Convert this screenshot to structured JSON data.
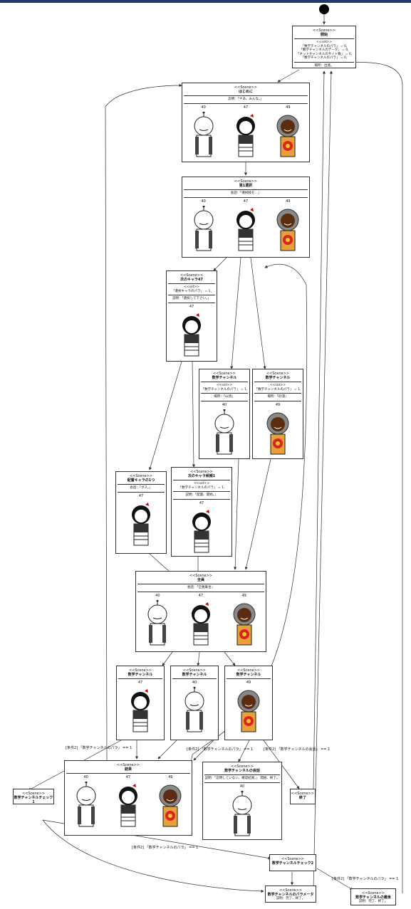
{
  "diagram": {
    "stereotype": "<<Scene>>",
    "nodes": [
      {
        "id": "n_kaishi",
        "name": "開始",
        "lines": [
          "<<set>>",
          "「数学チャンネルのパラ」 = 0,",
          "「数学チャンネルのデータ」 = 0,",
          "「ネットチャンネルのサイト数」 = 0,",
          "「数学チャンネルのパラ」 = 0,",
          "場所：出発。"
        ],
        "chars": []
      },
      {
        "id": "n_hajimari",
        "name": "はじめに",
        "lines": [
          "説明：「やあ、みんな。」"
        ],
        "chars": [
          "40",
          "47",
          "49"
        ]
      },
      {
        "id": "n_sentaku",
        "name": "第1選択",
        "lines": [
          "会話：「選択肢を…」"
        ],
        "chars": [
          "40",
          "47",
          "49"
        ]
      },
      {
        "id": "n_tsugi47",
        "name": "次のキャラ47",
        "lines": [
          "<<set>>",
          "「選択キャラのパラ」 = 1,",
          "説明：「選択して下さい。」"
        ],
        "chars": [
          "47"
        ]
      },
      {
        "id": "n_kyara40",
        "name": "数学チャンネル",
        "lines": [
          "<<set>>",
          "「数学チャンネルのパラ」 = 1,",
          "場所：「山頂」"
        ],
        "chars": [
          "40"
        ]
      },
      {
        "id": "n_kyara49",
        "name": "数学チャンネル",
        "lines": [
          "<<set>>",
          "「数学チャンネルのパラ」 = 1,",
          "場所：「砂漠」"
        ],
        "chars": [
          "49"
        ]
      },
      {
        "id": "n_haichi",
        "name": "配置キャラの1つ",
        "lines": [
          "会話：「ボス。」"
        ],
        "chars": [
          "47"
        ]
      },
      {
        "id": "n_tsugi_b",
        "name": "次のキャラ候補1",
        "lines": [
          "<<set>>",
          "「数学チャンネルのパラ」 = 1,",
          "説明：「配置、開始。」"
        ],
        "chars": [
          "47"
        ]
      },
      {
        "id": "n_shuuketsu",
        "name": "全員",
        "lines": [
          "会話：「全員集合」"
        ],
        "chars": [
          "40",
          "47",
          "49"
        ]
      },
      {
        "id": "n_s47",
        "name": "数学チャンネル",
        "lines": [],
        "chars": [
          "47"
        ]
      },
      {
        "id": "n_s40",
        "name": "数学チャンネル",
        "lines": [],
        "chars": [
          "40"
        ]
      },
      {
        "id": "n_s49",
        "name": "数学チャンネル",
        "lines": [],
        "chars": [
          "49"
        ]
      },
      {
        "id": "n_kekka",
        "name": "結果",
        "lines": [],
        "chars": [
          "40",
          "47",
          "49"
        ]
      },
      {
        "id": "n_kaiwa",
        "name": "数学チャンネルの会話",
        "lines": [
          "説明：「説明していない、確認結果。」 開始、終了。"
        ],
        "chars": [
          "40"
        ]
      },
      {
        "id": "n_shuuryou",
        "name": "終了",
        "lines": [],
        "chars": []
      },
      {
        "id": "n_check1",
        "name": "数学チャンネルチェック1",
        "lines": [],
        "chars": []
      },
      {
        "id": "n_check2",
        "name": "数学チャンネルチェック2",
        "lines": [],
        "chars": []
      },
      {
        "id": "n_last1",
        "name": "数学チャンネルのパラメータ",
        "lines": [
          "説明：完了、終了。"
        ],
        "chars": []
      },
      {
        "id": "n_last2",
        "name": "数学チャンネルの最後",
        "lines": [
          "説明：完了、終了。"
        ],
        "chars": []
      }
    ],
    "edge_labels": {
      "e1": "[条件2] 「数学チャンネルのパラ」 == 1",
      "e2": "[条件2] 「数学チャンネルのパラ」 == 1",
      "e3": "[条件2] 「数学チャンネルの会話」 == 1",
      "e4": "[条件2] 「数学チャンネルのパラ」 == 1",
      "e5": "[条件2] 「数学チャンネルのパラ」 == 1"
    }
  },
  "colors": {
    "line": "#333333",
    "start": "#000000",
    "header": "#1f3b6b"
  }
}
